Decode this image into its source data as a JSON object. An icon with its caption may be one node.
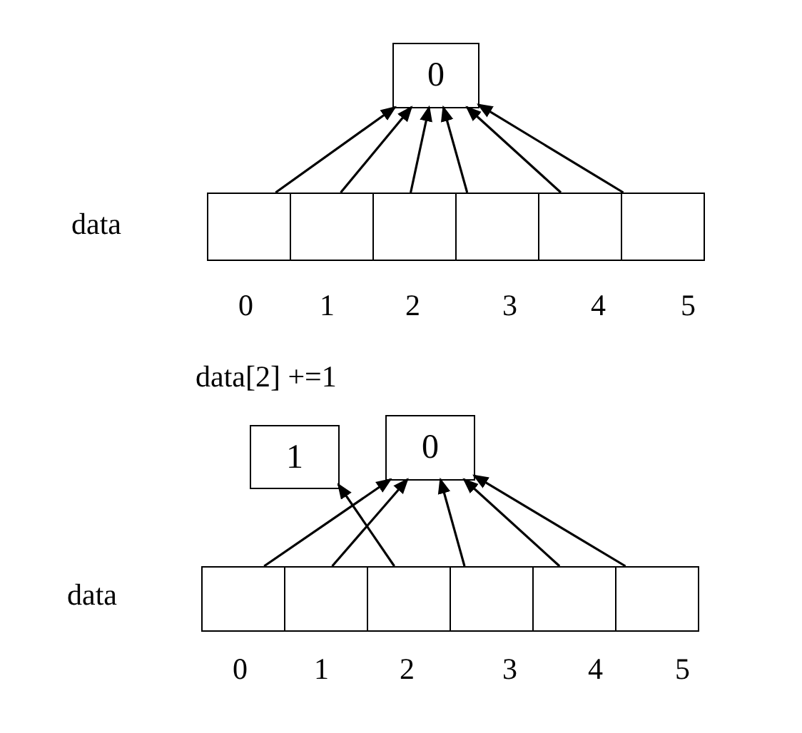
{
  "diagram": {
    "nodes": [
      {
        "text": [
          "0"
        ]
      },
      {
        "text": [],
        "shape": "box"
      },
      {
        "text": [],
        "shape": "box"
      },
      {
        "text": [],
        "shape": "box"
      },
      {
        "text": [],
        "shape": "box"
      },
      {
        "text": [],
        "shape": "box"
      },
      {
        "text": [],
        "shape": "box"
      },
      {
        "text": [
          "1"
        ]
      },
      {
        "text": [
          "0"
        ]
      },
      {
        "text": [],
        "shape": "box"
      },
      {
        "text": [],
        "shape": "box"
      },
      {
        "text": [],
        "shape": "box"
      },
      {
        "text": [],
        "shape": "box"
      },
      {
        "text": [],
        "shape": "box"
      },
      {
        "text": [],
        "shape": "box"
      }
    ],
    "edges": [
      {
        "from": 1,
        "to": 0,
        "arrow": "to"
      },
      {
        "from": 2,
        "to": 0,
        "arrow": "to"
      },
      {
        "from": 3,
        "to": 0,
        "arrow": "to"
      },
      {
        "from": 4,
        "to": 0,
        "arrow": "to"
      },
      {
        "from": 5,
        "to": 0,
        "arrow": "to"
      },
      {
        "from": 6,
        "to": 0,
        "arrow": "to"
      },
      {
        "from": 9,
        "to": 8,
        "arrow": "to"
      },
      {
        "from": 10,
        "to": 8,
        "arrow": "to"
      },
      {
        "from": 11,
        "to": 7,
        "arrow": "to"
      },
      {
        "from": 12,
        "to": 8,
        "arrow": "to"
      },
      {
        "from": 13,
        "to": 8,
        "arrow": "to"
      },
      {
        "from": 14,
        "to": 8,
        "arrow": "to"
      }
    ],
    "labels": [
      "data",
      "0",
      "1",
      "2",
      "3",
      "4",
      "5",
      "data[2] +=1",
      "data",
      "0",
      "1",
      "2",
      "3",
      "4",
      "5"
    ]
  }
}
